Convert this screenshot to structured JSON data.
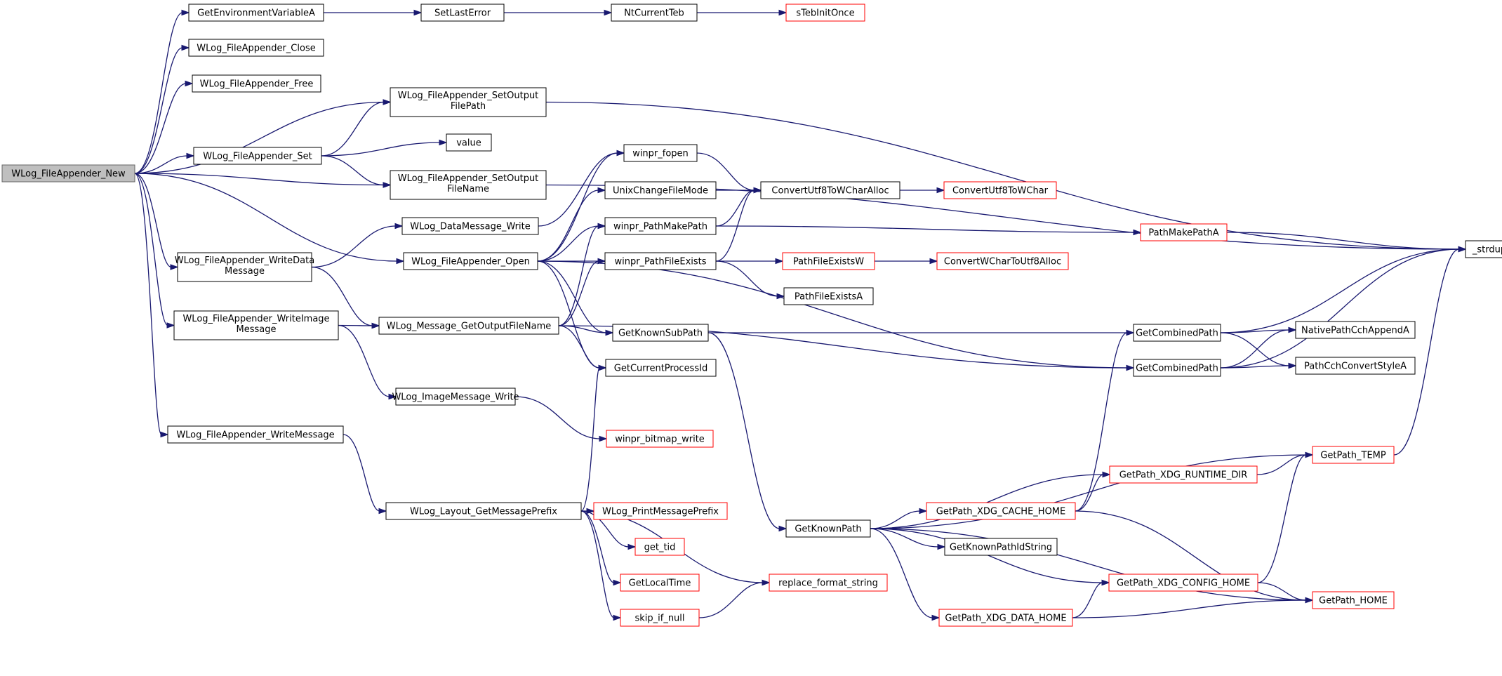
{
  "colors": {
    "edge": "#191970",
    "node_border": "#000000",
    "node_border_truncated": "#ff0000",
    "node_fill": "#ffffff",
    "root_fill": "#bfbfbf",
    "root_border": "#666666"
  },
  "nodes": [
    {
      "id": "n0",
      "label": [
        "WLog_FileAppender_New"
      ],
      "style": "root"
    },
    {
      "id": "n1",
      "label": [
        "GetEnvironmentVariableA"
      ],
      "style": "normal"
    },
    {
      "id": "n2",
      "label": [
        "SetLastError"
      ],
      "style": "normal"
    },
    {
      "id": "n3",
      "label": [
        "NtCurrentTeb"
      ],
      "style": "normal"
    },
    {
      "id": "n4",
      "label": [
        "sTebInitOnce"
      ],
      "style": "truncated"
    },
    {
      "id": "n5",
      "label": [
        "WLog_FileAppender_Close"
      ],
      "style": "normal"
    },
    {
      "id": "n6",
      "label": [
        "WLog_FileAppender_Free"
      ],
      "style": "normal"
    },
    {
      "id": "n7",
      "label": [
        "WLog_FileAppender_SetOutput",
        "FilePath"
      ],
      "style": "normal"
    },
    {
      "id": "n8",
      "label": [
        "_strdup"
      ],
      "style": "normal"
    },
    {
      "id": "n9",
      "label": [
        "WLog_FileAppender_Set"
      ],
      "style": "normal"
    },
    {
      "id": "n10",
      "label": [
        "value"
      ],
      "style": "normal"
    },
    {
      "id": "n11",
      "label": [
        "WLog_FileAppender_SetOutput",
        "FileName"
      ],
      "style": "normal"
    },
    {
      "id": "n12",
      "label": [
        "WLog_FileAppender_Open"
      ],
      "style": "normal"
    },
    {
      "id": "n13",
      "label": [
        "winpr_fopen"
      ],
      "style": "normal"
    },
    {
      "id": "n14",
      "label": [
        "ConvertUtf8ToWCharAlloc"
      ],
      "style": "normal"
    },
    {
      "id": "n15",
      "label": [
        "ConvertUtf8ToWChar"
      ],
      "style": "truncated"
    },
    {
      "id": "n16",
      "label": [
        "UnixChangeFileMode"
      ],
      "style": "normal"
    },
    {
      "id": "n17",
      "label": [
        "winpr_PathMakePath"
      ],
      "style": "normal"
    },
    {
      "id": "n18",
      "label": [
        "PathMakePathA"
      ],
      "style": "truncated"
    },
    {
      "id": "n19",
      "label": [
        "winpr_PathFileExists"
      ],
      "style": "normal"
    },
    {
      "id": "n20",
      "label": [
        "PathFileExistsW"
      ],
      "style": "truncated"
    },
    {
      "id": "n21",
      "label": [
        "ConvertWCharToUtf8Alloc"
      ],
      "style": "truncated"
    },
    {
      "id": "n22",
      "label": [
        "PathFileExistsA"
      ],
      "style": "normal"
    },
    {
      "id": "n23",
      "label": [
        "GetKnownSubPath"
      ],
      "style": "normal"
    },
    {
      "id": "n24",
      "label": [
        "GetCombinedPath"
      ],
      "style": "normal"
    },
    {
      "id": "n25",
      "label": [
        "GetCombinedPath"
      ],
      "style": "normal"
    },
    {
      "id": "n26",
      "label": [
        "NativePathCchAppendA"
      ],
      "style": "normal"
    },
    {
      "id": "n27",
      "label": [
        "PathCchConvertStyleA"
      ],
      "style": "normal"
    },
    {
      "id": "n28",
      "label": [
        "GetCurrentProcessId"
      ],
      "style": "normal"
    },
    {
      "id": "n29",
      "label": [
        "WLog_DataMessage_Write"
      ],
      "style": "normal"
    },
    {
      "id": "n30",
      "label": [
        "WLog_FileAppender_WriteData",
        "Message"
      ],
      "style": "normal"
    },
    {
      "id": "n31",
      "label": [
        "WLog_Message_GetOutputFileName"
      ],
      "style": "normal"
    },
    {
      "id": "n32",
      "label": [
        "WLog_FileAppender_WriteImage",
        "Message"
      ],
      "style": "normal"
    },
    {
      "id": "n33",
      "label": [
        "WLog_ImageMessage_Write"
      ],
      "style": "normal"
    },
    {
      "id": "n34",
      "label": [
        "winpr_bitmap_write"
      ],
      "style": "truncated"
    },
    {
      "id": "n35",
      "label": [
        "WLog_FileAppender_WriteMessage"
      ],
      "style": "normal"
    },
    {
      "id": "n36",
      "label": [
        "WLog_Layout_GetMessagePrefix"
      ],
      "style": "normal"
    },
    {
      "id": "n37",
      "label": [
        "WLog_PrintMessagePrefix"
      ],
      "style": "truncated"
    },
    {
      "id": "n38",
      "label": [
        "get_tid"
      ],
      "style": "truncated"
    },
    {
      "id": "n39",
      "label": [
        "GetLocalTime"
      ],
      "style": "truncated"
    },
    {
      "id": "n40",
      "label": [
        "skip_if_null"
      ],
      "style": "truncated"
    },
    {
      "id": "n41",
      "label": [
        "replace_format_string"
      ],
      "style": "truncated"
    },
    {
      "id": "n42",
      "label": [
        "GetKnownPath"
      ],
      "style": "normal"
    },
    {
      "id": "n43",
      "label": [
        "GetPath_TEMP"
      ],
      "style": "truncated"
    },
    {
      "id": "n44",
      "label": [
        "GetPath_XDG_RUNTIME_DIR"
      ],
      "style": "truncated"
    },
    {
      "id": "n45",
      "label": [
        "GetPath_XDG_CACHE_HOME"
      ],
      "style": "truncated"
    },
    {
      "id": "n46",
      "label": [
        "GetKnownPathIdString"
      ],
      "style": "normal"
    },
    {
      "id": "n47",
      "label": [
        "GetPath_XDG_CONFIG_HOME"
      ],
      "style": "truncated"
    },
    {
      "id": "n48",
      "label": [
        "GetPath_HOME"
      ],
      "style": "truncated"
    },
    {
      "id": "n49",
      "label": [
        "GetPath_XDG_DATA_HOME"
      ],
      "style": "truncated"
    }
  ],
  "edges": [
    {
      "from": "n0",
      "to": "n1"
    },
    {
      "from": "n0",
      "to": "n5"
    },
    {
      "from": "n0",
      "to": "n6"
    },
    {
      "from": "n0",
      "to": "n7"
    },
    {
      "from": "n0",
      "to": "n9"
    },
    {
      "from": "n0",
      "to": "n11"
    },
    {
      "from": "n0",
      "to": "n12"
    },
    {
      "from": "n0",
      "to": "n30"
    },
    {
      "from": "n0",
      "to": "n32"
    },
    {
      "from": "n0",
      "to": "n35"
    },
    {
      "from": "n1",
      "to": "n2"
    },
    {
      "from": "n2",
      "to": "n3"
    },
    {
      "from": "n3",
      "to": "n4"
    },
    {
      "from": "n7",
      "to": "n8"
    },
    {
      "from": "n9",
      "to": "n7"
    },
    {
      "from": "n9",
      "to": "n10"
    },
    {
      "from": "n9",
      "to": "n11"
    },
    {
      "from": "n11",
      "to": "n8"
    },
    {
      "from": "n12",
      "to": "n13"
    },
    {
      "from": "n12",
      "to": "n16"
    },
    {
      "from": "n12",
      "to": "n17"
    },
    {
      "from": "n12",
      "to": "n19"
    },
    {
      "from": "n12",
      "to": "n23"
    },
    {
      "from": "n12",
      "to": "n28"
    },
    {
      "from": "n12",
      "to": "n25"
    },
    {
      "from": "n13",
      "to": "n14"
    },
    {
      "from": "n14",
      "to": "n15"
    },
    {
      "from": "n16",
      "to": "n14"
    },
    {
      "from": "n17",
      "to": "n14"
    },
    {
      "from": "n17",
      "to": "n18"
    },
    {
      "from": "n18",
      "to": "n8"
    },
    {
      "from": "n19",
      "to": "n14"
    },
    {
      "from": "n19",
      "to": "n20"
    },
    {
      "from": "n19",
      "to": "n22"
    },
    {
      "from": "n20",
      "to": "n21"
    },
    {
      "from": "n23",
      "to": "n24"
    },
    {
      "from": "n23",
      "to": "n42"
    },
    {
      "from": "n24",
      "to": "n8"
    },
    {
      "from": "n24",
      "to": "n26"
    },
    {
      "from": "n24",
      "to": "n27"
    },
    {
      "from": "n25",
      "to": "n26"
    },
    {
      "from": "n25",
      "to": "n27"
    },
    {
      "from": "n25",
      "to": "n8"
    },
    {
      "from": "n29",
      "to": "n13"
    },
    {
      "from": "n30",
      "to": "n29"
    },
    {
      "from": "n30",
      "to": "n31"
    },
    {
      "from": "n31",
      "to": "n17"
    },
    {
      "from": "n31",
      "to": "n19"
    },
    {
      "from": "n31",
      "to": "n23"
    },
    {
      "from": "n31",
      "to": "n28"
    },
    {
      "from": "n31",
      "to": "n25"
    },
    {
      "from": "n32",
      "to": "n31"
    },
    {
      "from": "n32",
      "to": "n33"
    },
    {
      "from": "n33",
      "to": "n34"
    },
    {
      "from": "n35",
      "to": "n36"
    },
    {
      "from": "n36",
      "to": "n28"
    },
    {
      "from": "n36",
      "to": "n37"
    },
    {
      "from": "n36",
      "to": "n38"
    },
    {
      "from": "n36",
      "to": "n39"
    },
    {
      "from": "n36",
      "to": "n40"
    },
    {
      "from": "n36",
      "to": "n41"
    },
    {
      "from": "n40",
      "to": "n41"
    },
    {
      "from": "n42",
      "to": "n43"
    },
    {
      "from": "n42",
      "to": "n44"
    },
    {
      "from": "n42",
      "to": "n45"
    },
    {
      "from": "n42",
      "to": "n46"
    },
    {
      "from": "n42",
      "to": "n47"
    },
    {
      "from": "n42",
      "to": "n49"
    },
    {
      "from": "n42",
      "to": "n48"
    },
    {
      "from": "n43",
      "to": "n8"
    },
    {
      "from": "n44",
      "to": "n43"
    },
    {
      "from": "n45",
      "to": "n24"
    },
    {
      "from": "n45",
      "to": "n44"
    },
    {
      "from": "n45",
      "to": "n48"
    },
    {
      "from": "n47",
      "to": "n43"
    },
    {
      "from": "n47",
      "to": "n48"
    },
    {
      "from": "n49",
      "to": "n47"
    },
    {
      "from": "n49",
      "to": "n48"
    }
  ]
}
